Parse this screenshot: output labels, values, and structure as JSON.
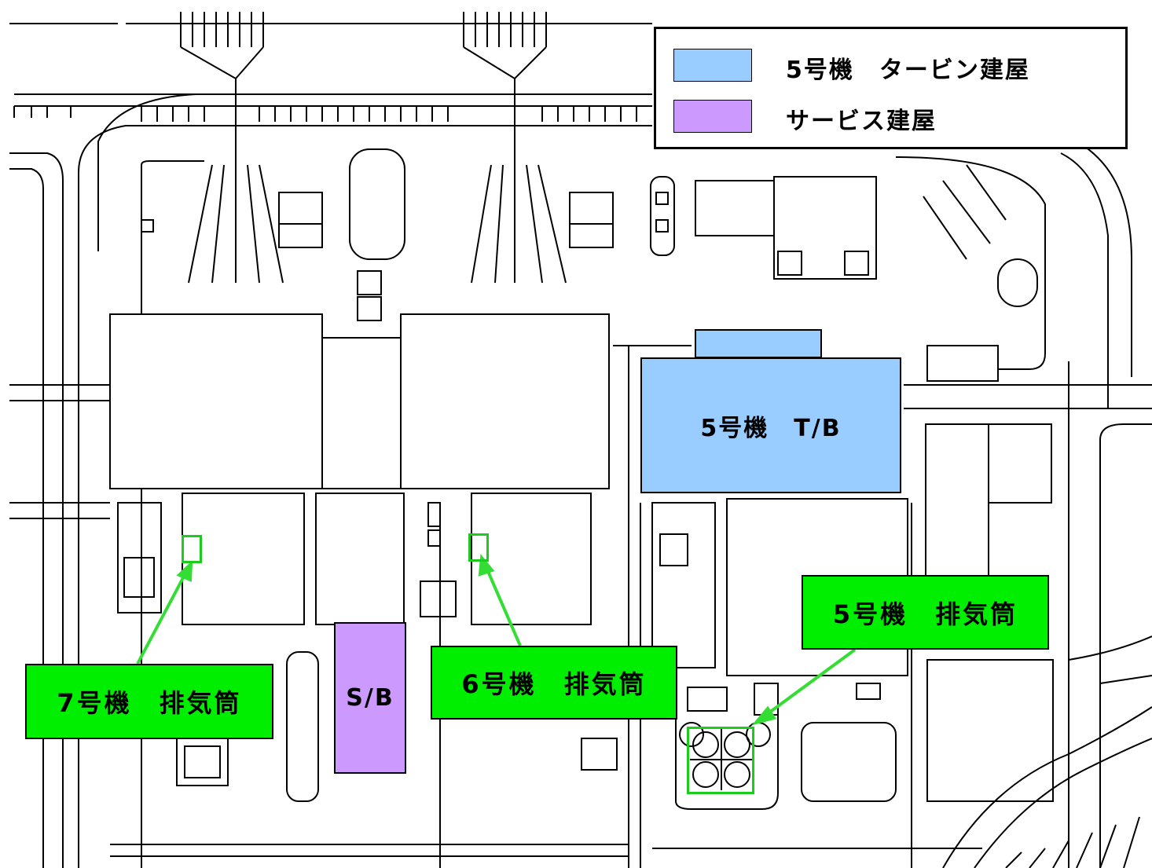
{
  "legend": {
    "items": [
      {
        "label": "5号機　タービン建屋",
        "color": "#99ccff"
      },
      {
        "label": "サービス建屋",
        "color": "#cc99ff"
      }
    ]
  },
  "buildings": {
    "unit5_tb": {
      "label": "5号機　T/B",
      "color": "#99ccff"
    },
    "sb": {
      "label": "S/B",
      "color": "#cc99ff"
    }
  },
  "callouts": {
    "unit7_stack": {
      "label": "7号機　排気筒"
    },
    "unit6_stack": {
      "label": "6号機　排気筒"
    },
    "unit5_stack": {
      "label": "5号機　排気筒"
    }
  },
  "colors": {
    "callout_fill": "#00ee00",
    "marker_stroke": "#1ccc1c",
    "arrow": "#33dd33",
    "drawing_lines": "#000000"
  }
}
